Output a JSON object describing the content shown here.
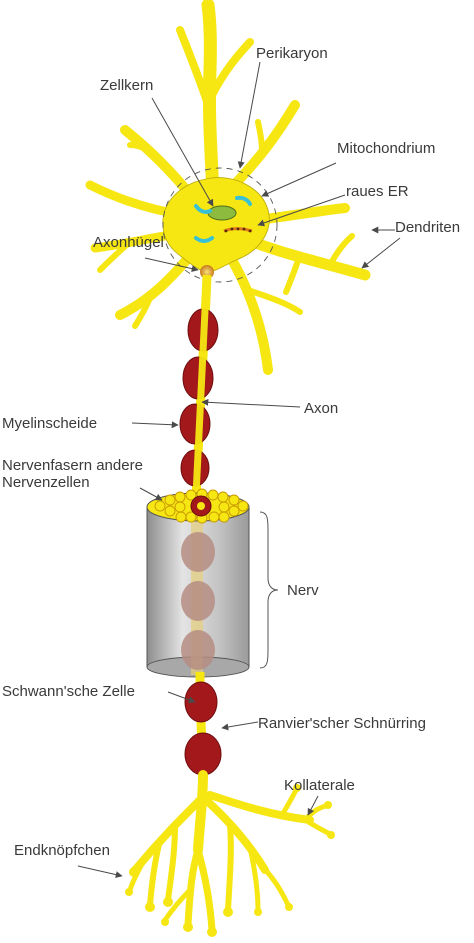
{
  "labels": {
    "perikaryon": "Perikaryon",
    "zellkern": "Zellkern",
    "mitochondrium": "Mitochondrium",
    "raues_er": "raues ER",
    "dendriten": "Dendriten",
    "axonhuegel": "Axonhügel",
    "axon": "Axon",
    "myelinscheide": "Myelinscheide",
    "nervenfasern_line1": "Nervenfasern andere",
    "nervenfasern_line2": "Nervenzellen",
    "nerv": "Nerv",
    "schwann": "Schwann'sche Zelle",
    "ranvier": "Ranvier'scher Schnürring",
    "kollaterale": "Kollaterale",
    "endknoepfchen": "Endknöpfchen"
  },
  "colors": {
    "neuron": "#f6e612",
    "myelin": "#a3191b",
    "nucleus": "#8dbb3e",
    "mitochondria": "#38c0d4",
    "er": "#e07a1f",
    "nerve_cylinder": "#c9c9c9"
  }
}
